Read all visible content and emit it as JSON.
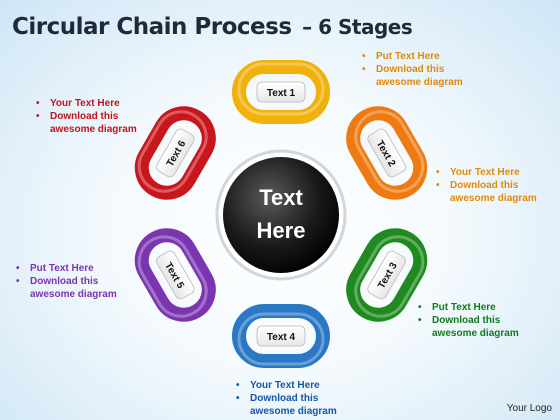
{
  "title": {
    "main": "Circular Chain Process",
    "sub": "– 6 Stages"
  },
  "center_label": [
    "Text",
    "Here"
  ],
  "links": [
    {
      "label": "Text 1",
      "color": "#f0b20a"
    },
    {
      "label": "Text 2",
      "color": "#ee7a12"
    },
    {
      "label": "Text 3",
      "color": "#1f8a1f"
    },
    {
      "label": "Text 4",
      "color": "#2a78c4"
    },
    {
      "label": "Text 5",
      "color": "#7a35b0"
    },
    {
      "label": "Text 6",
      "color": "#c8161d"
    }
  ],
  "notes": [
    {
      "lines": [
        "Put Text Here",
        "Download this awesome diagram"
      ],
      "color": "#e08a0c"
    },
    {
      "lines": [
        "Your Text Here",
        "Download this awesome diagram"
      ],
      "color": "#e08a0c"
    },
    {
      "lines": [
        "Put Text Here",
        "Download this awesome diagram"
      ],
      "color": "#127a1e"
    },
    {
      "lines": [
        "Your Text Here",
        "Download this awesome diagram"
      ],
      "color": "#1457a8"
    },
    {
      "lines": [
        "Put Text Here",
        "Download this awesome diagram"
      ],
      "color": "#7a35b0"
    },
    {
      "lines": [
        "Your Text Here",
        "Download this awesome diagram"
      ],
      "color": "#c0141b"
    }
  ],
  "footer": {
    "logo": "Your Logo"
  }
}
